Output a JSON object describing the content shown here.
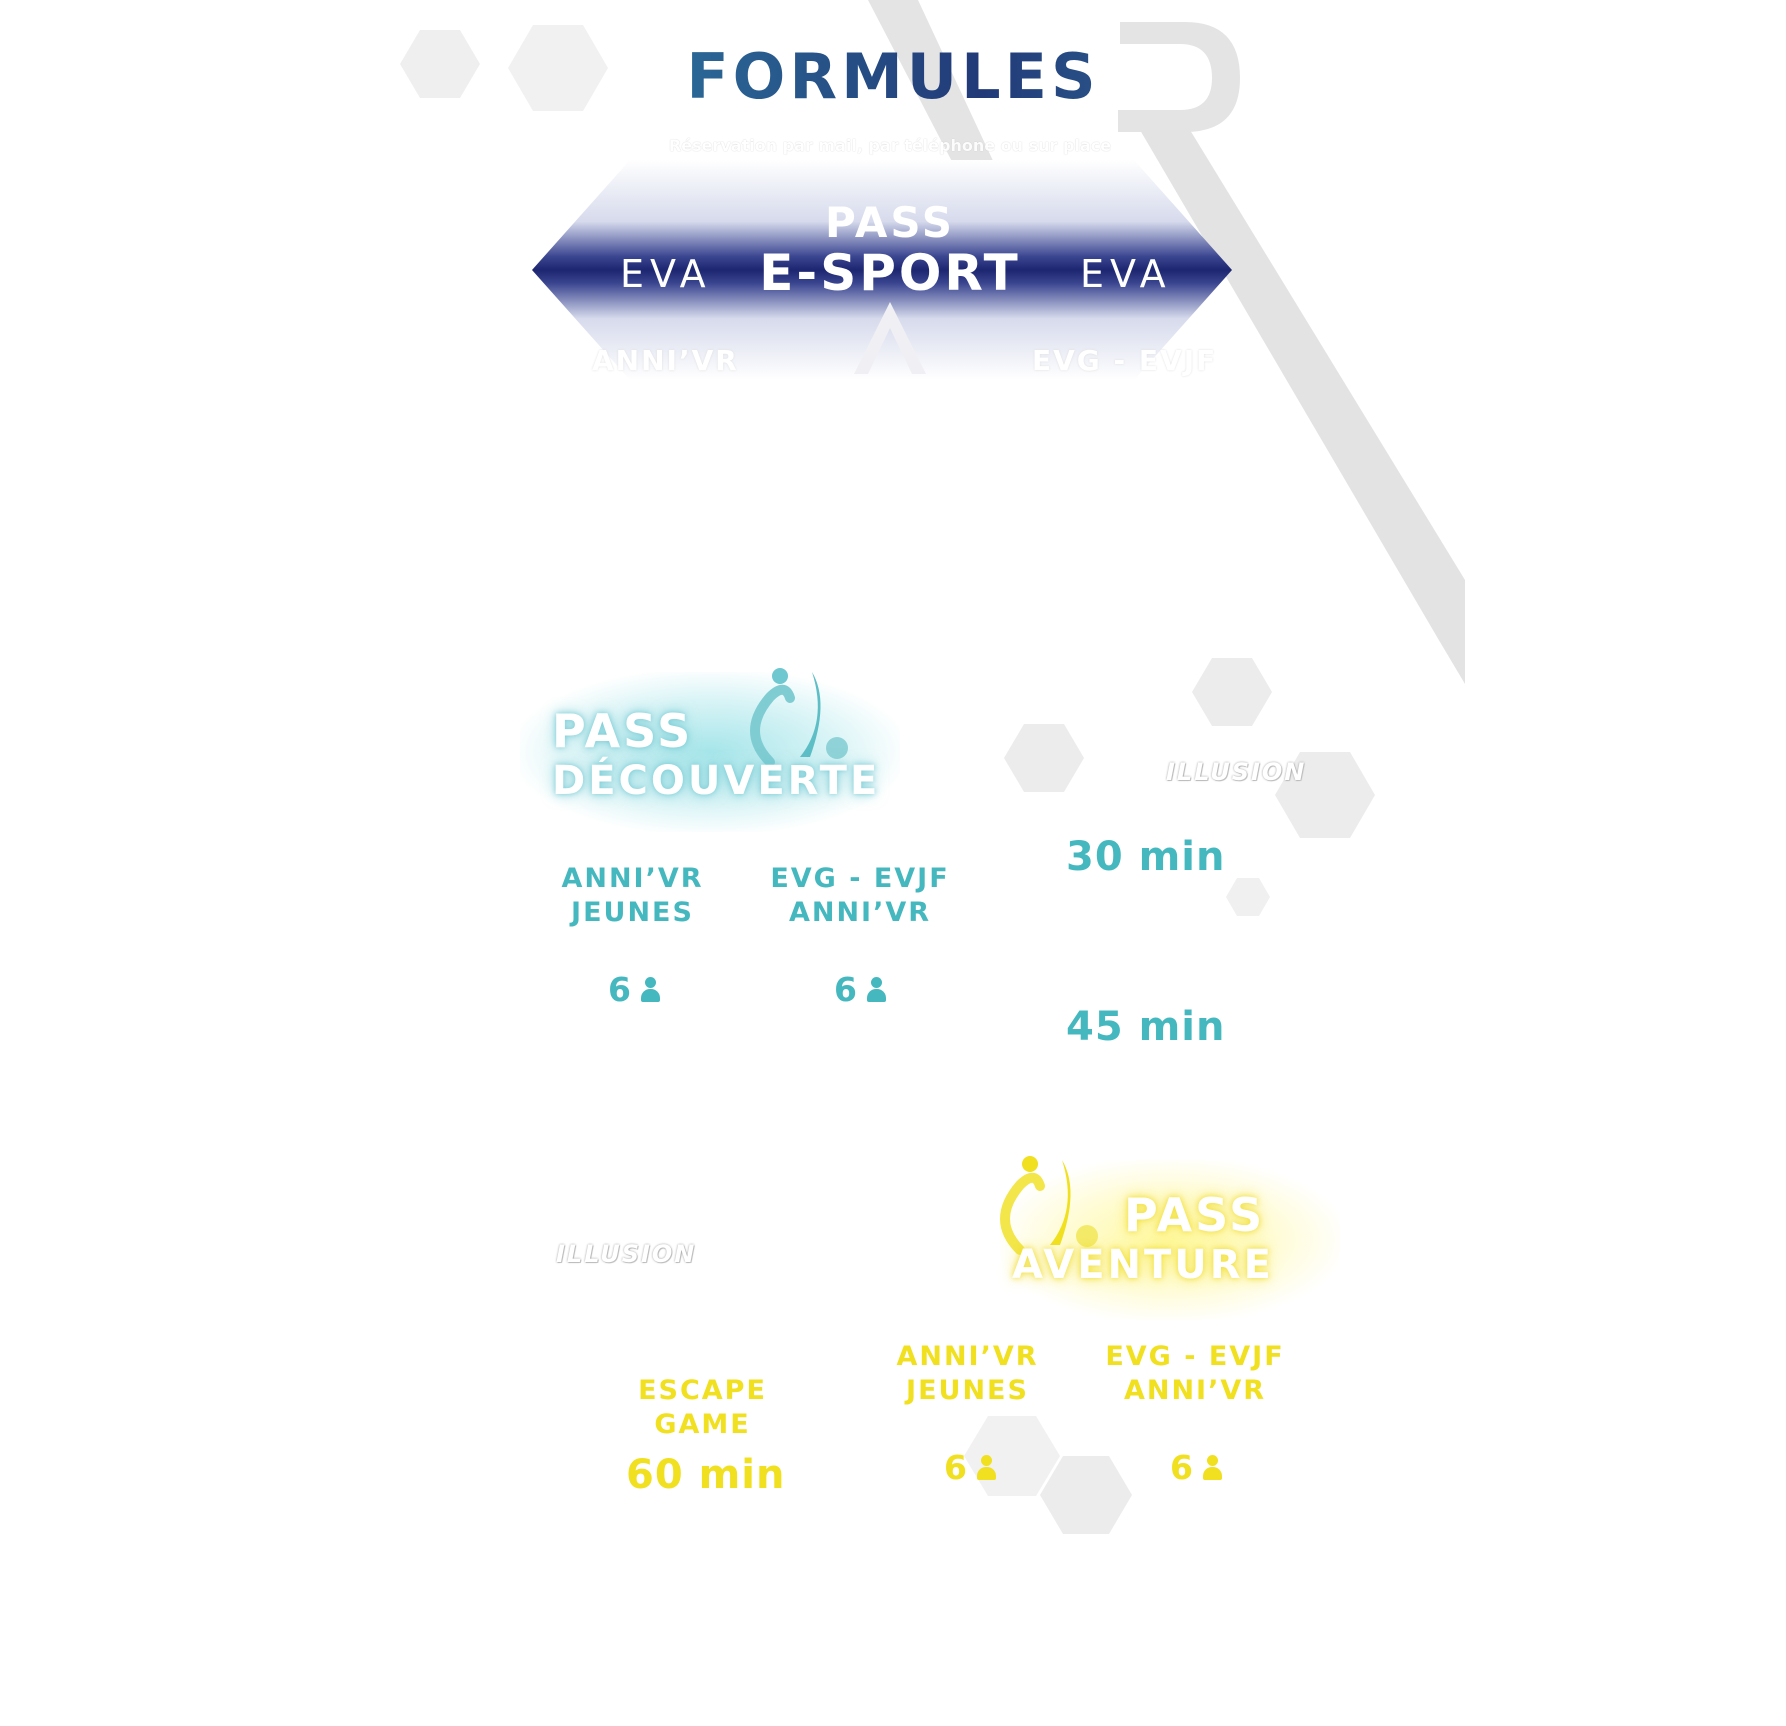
{
  "title": "FORMULES",
  "subtitle": "Réservation par mail, par téléphone ou sur place",
  "vr_watermark": "VR",
  "esport": {
    "pass_label": "PASS",
    "name": "E-SPORT",
    "logo_left": "EVA",
    "logo_right": "EVA",
    "faded_left": "ANNI’VR",
    "faded_right": "EVG - EVJF"
  },
  "decouverte": {
    "pass_label": "PASS",
    "name": "DÉCOUVERTE",
    "columns": [
      {
        "line1": "ANNI’VR",
        "line2": "JEUNES",
        "players": "6"
      },
      {
        "line1": "EVG - EVJF",
        "line2": "ANNI’VR",
        "players": "6"
      }
    ],
    "logo": "ILLUSION",
    "durations": [
      "30 min",
      "45 min"
    ]
  },
  "aventure": {
    "pass_label": "PASS",
    "name": "AVENTURE",
    "logo": "ILLUSION",
    "escape": {
      "line1": "ESCAPE",
      "line2": "GAME",
      "duration": "60 min"
    },
    "columns": [
      {
        "line1": "ANNI’VR",
        "line2": "JEUNES",
        "players": "6"
      },
      {
        "line1": "EVG - EVJF",
        "line2": "ANNI’VR",
        "players": "6"
      }
    ]
  },
  "colors": {
    "teal": "#45b8bf",
    "navy": "#1d2670",
    "yellow": "#f0e020",
    "grey": "#e3e3e3"
  },
  "icons": [
    "person-icon",
    "planet-logo-icon"
  ]
}
